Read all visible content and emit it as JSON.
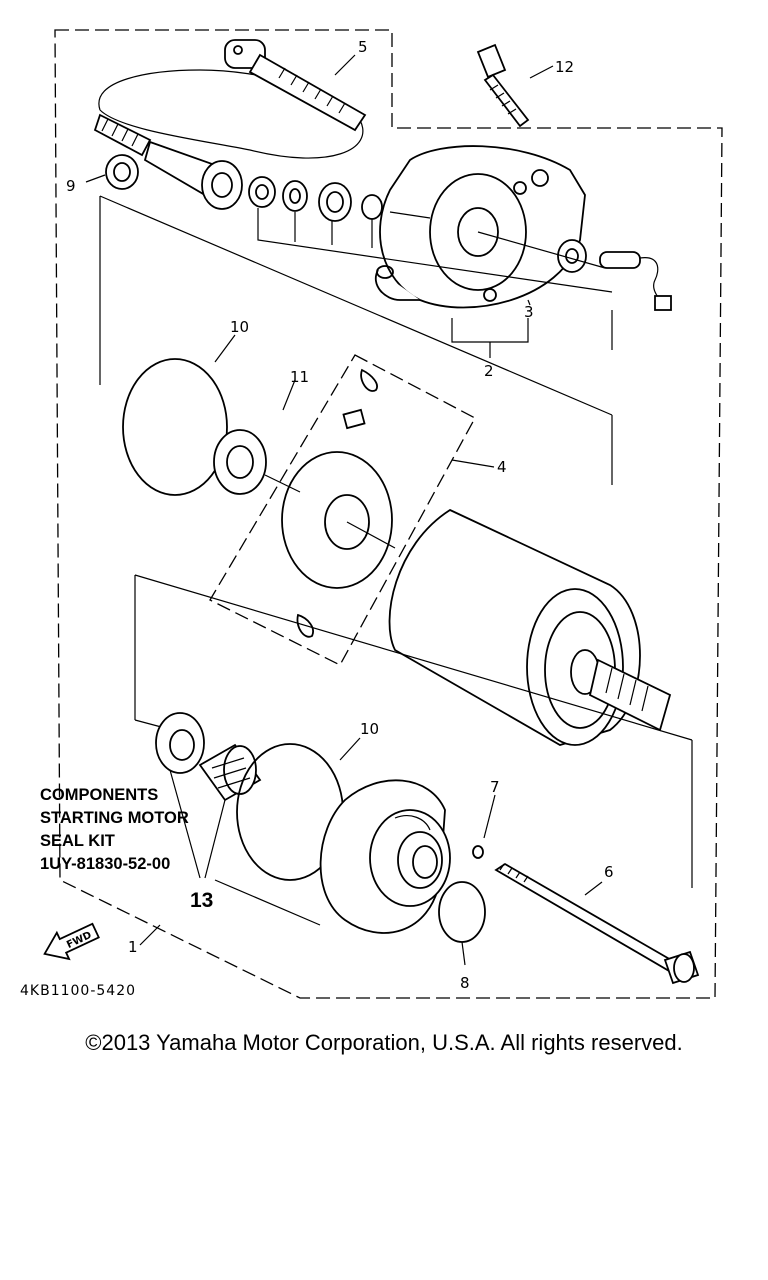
{
  "callouts": [
    "1",
    "2",
    "3",
    "4",
    "5",
    "6",
    "7",
    "8",
    "9",
    "10",
    "10",
    "11",
    "12",
    "13"
  ],
  "kit": {
    "line1": "COMPONENTS",
    "line2": "STARTING MOTOR",
    "line3": "SEAL KIT",
    "line4": "1UY-81830-52-00",
    "number": "13"
  },
  "fwd_label": "FWD",
  "part_code": "4KB1100-5420",
  "copyright": "©2013 Yamaha Motor Corporation, U.S.A. All rights reserved."
}
